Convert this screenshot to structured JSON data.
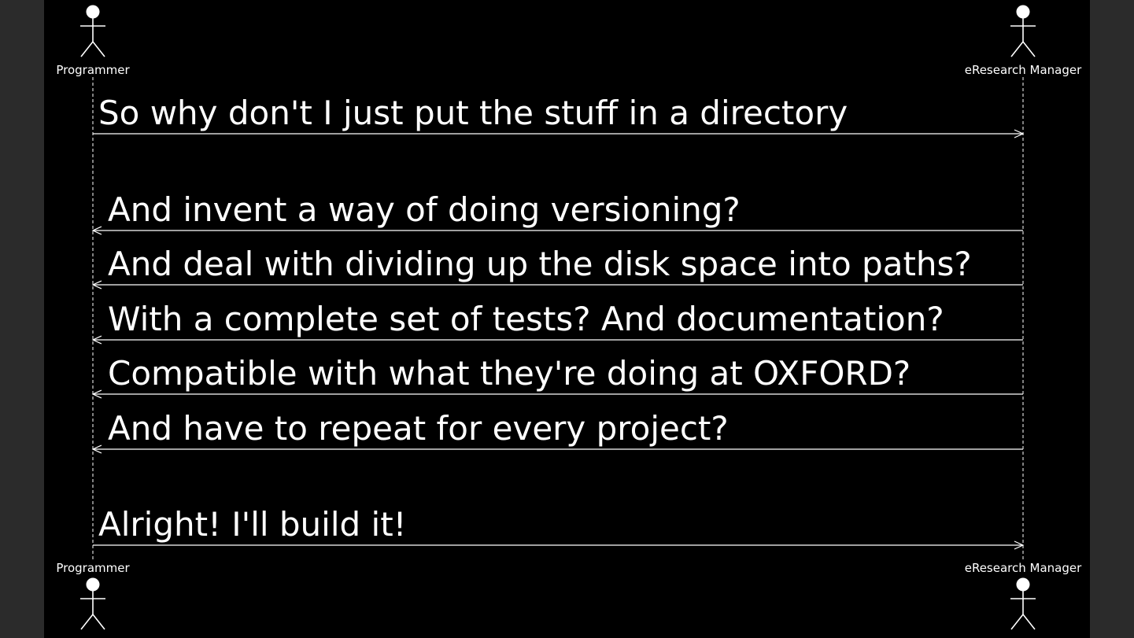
{
  "diagram": {
    "type": "sequence",
    "actors": [
      {
        "id": "programmer",
        "name": "Programmer"
      },
      {
        "id": "manager",
        "name": "eResearch Manager"
      }
    ],
    "messages": [
      {
        "from": "programmer",
        "to": "manager",
        "text": "So why don't I just put the stuff in a directory"
      },
      {
        "from": "manager",
        "to": "programmer",
        "text": "And invent a way of doing versioning?"
      },
      {
        "from": "manager",
        "to": "programmer",
        "text": "And deal with dividing up the disk space into paths?"
      },
      {
        "from": "manager",
        "to": "programmer",
        "text": "With a complete set of tests? And documentation?"
      },
      {
        "from": "manager",
        "to": "programmer",
        "text": "Compatible with what they're doing at OXFORD?"
      },
      {
        "from": "manager",
        "to": "programmer",
        "text": "And have to repeat for every project?"
      },
      {
        "from": "programmer",
        "to": "manager",
        "text": "Alright! I'll build it!"
      }
    ]
  },
  "colors": {
    "background": "#000000",
    "page": "#2b2b2b",
    "foreground": "#ffffff"
  }
}
